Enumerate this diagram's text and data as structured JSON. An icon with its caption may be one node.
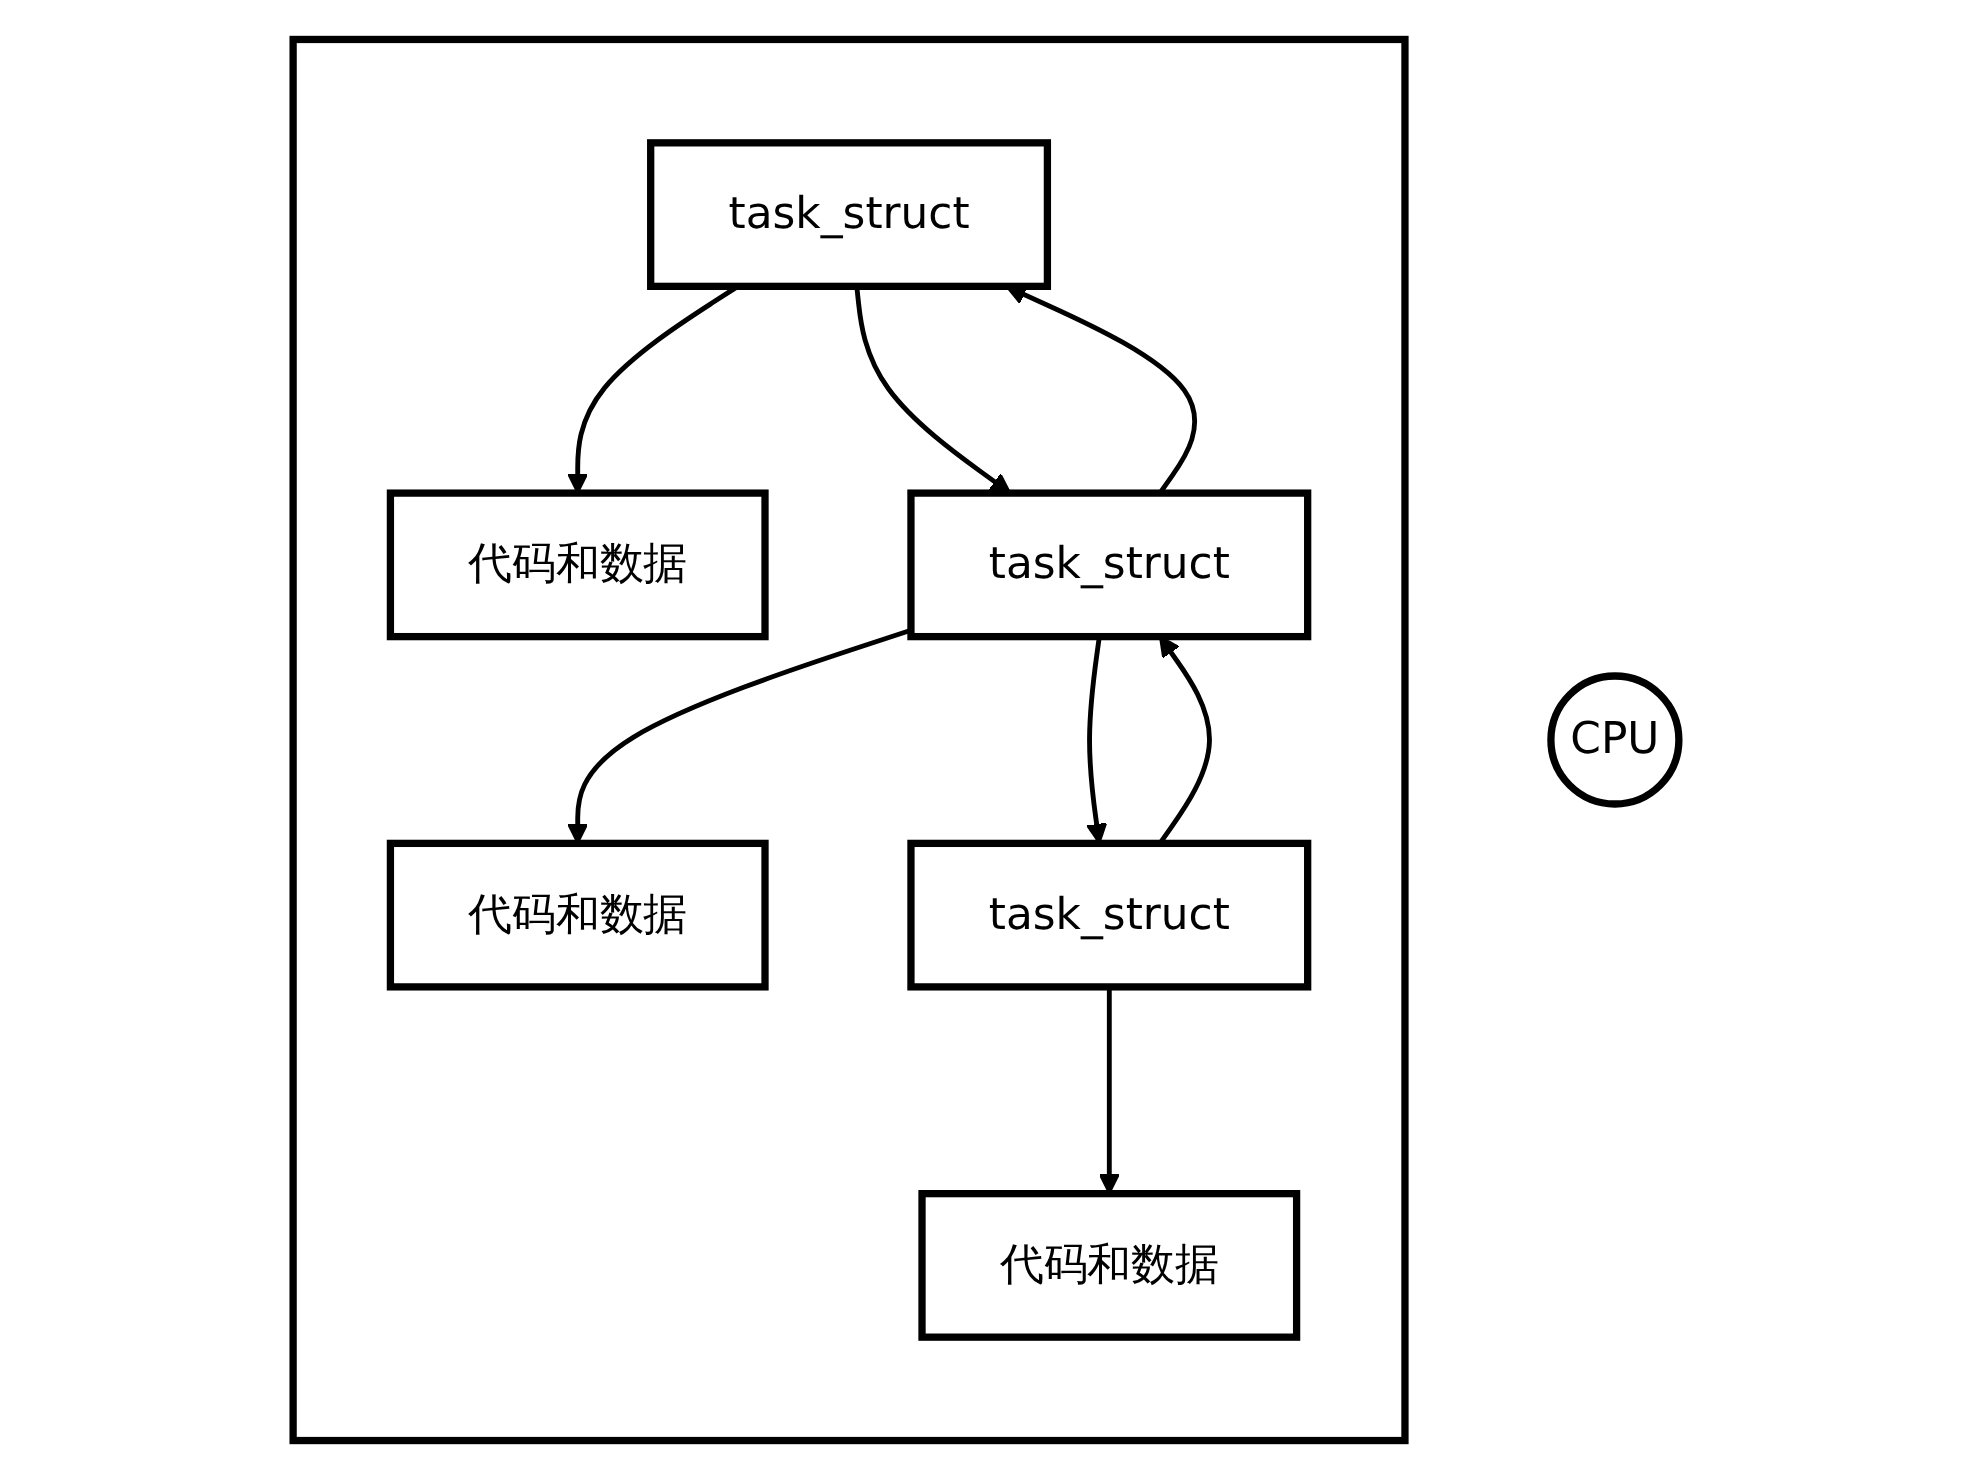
{
  "diagram": {
    "nodes": [
      {
        "text": [
          "CPU"
        ]
      },
      {
        "text": [],
        "shape": "box"
      },
      {
        "text": [
          "task_struct"
        ],
        "in": 1
      },
      {
        "text": [
          "代码和数据"
        ],
        "in": 1
      },
      {
        "text": [
          "task_struct"
        ],
        "in": 1
      },
      {
        "text": [
          "代码和数据"
        ],
        "in": 1
      },
      {
        "text": [
          "task_struct"
        ],
        "in": 1
      },
      {
        "text": [
          "代码和数据"
        ],
        "in": 1
      }
    ],
    "edges": [
      {
        "from": 2,
        "to": 3,
        "arrow": "to"
      },
      {
        "from": 2,
        "to": 4,
        "arrow": "to"
      },
      {
        "from": 4,
        "to": 2,
        "arrow": "to"
      },
      {
        "from": 4,
        "to": 5,
        "arrow": "to"
      },
      {
        "from": 4,
        "to": 6,
        "arrow": "to"
      },
      {
        "from": 6,
        "to": 4,
        "arrow": "to"
      },
      {
        "from": 6,
        "to": 7,
        "arrow": "to"
      }
    ]
  }
}
